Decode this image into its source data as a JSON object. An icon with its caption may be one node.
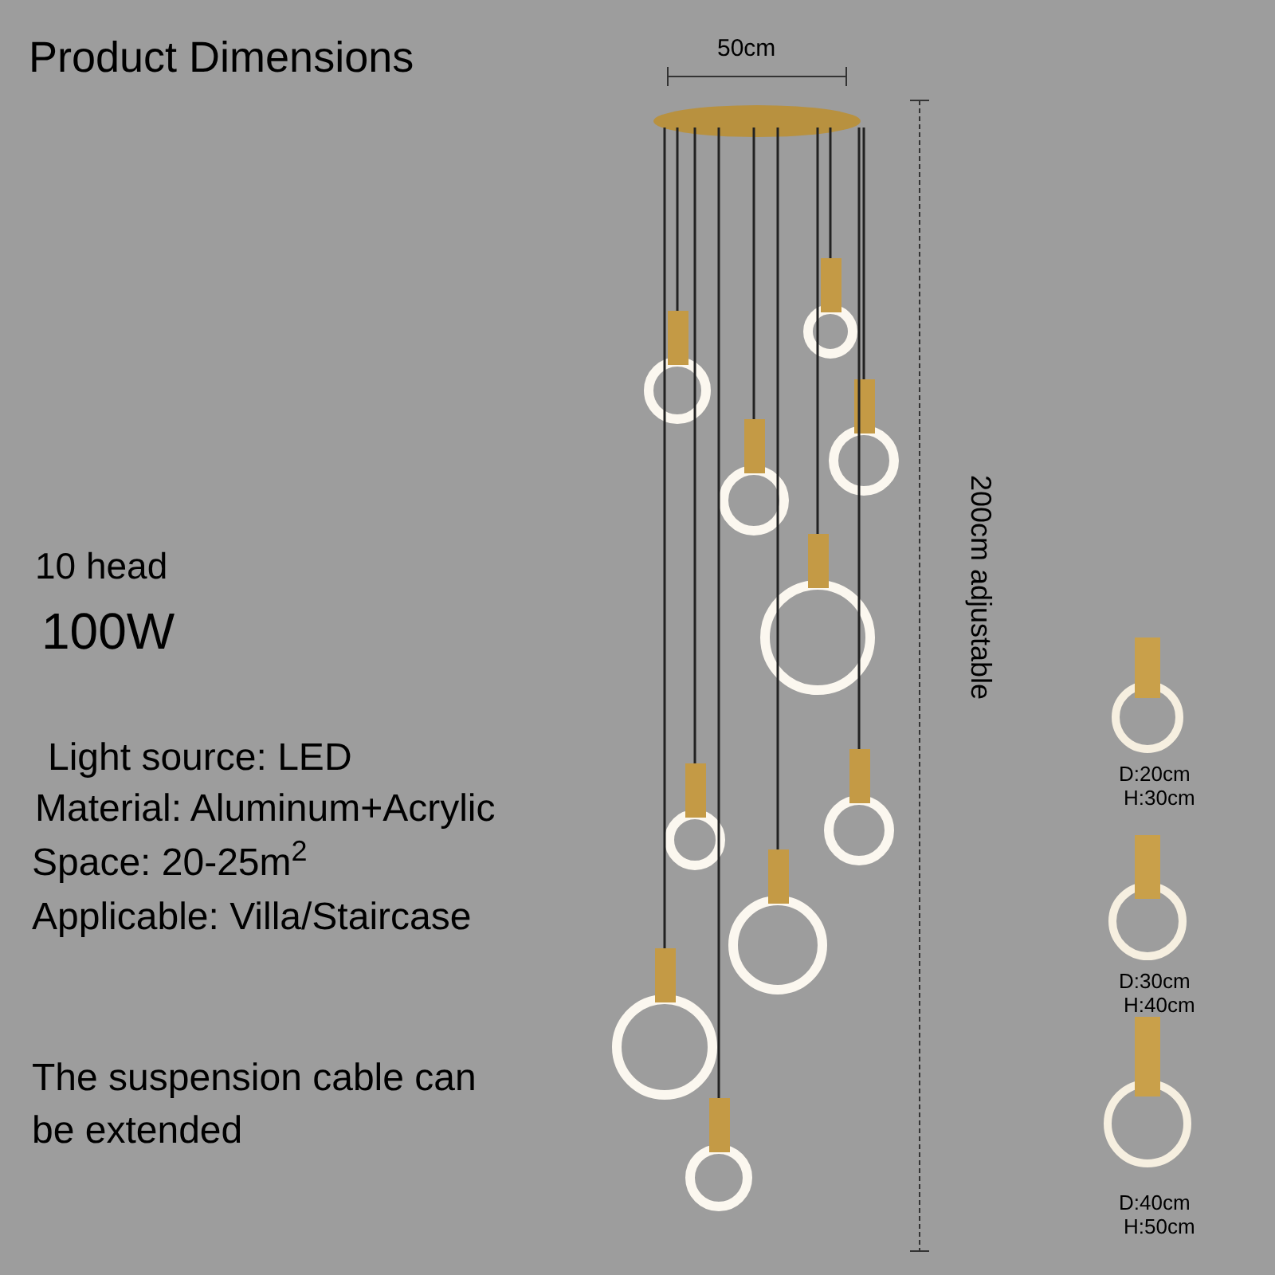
{
  "diagram": {
    "title": "Product Dimensions",
    "labels": [
      "50cm",
      "200cm adjustable",
      "10 head",
      "100W",
      "Light source: LED",
      "Material: Aluminum+Acrylic",
      "Space: 20-25m$^{2}$",
      "Applicable: Villa/Staircase",
      "The suspension cable can be extended",
      "D:20cm",
      "H:30cm",
      "D:30cm",
      "H:40cm",
      "D:40cm",
      "H:50cm"
    ]
  }
}
